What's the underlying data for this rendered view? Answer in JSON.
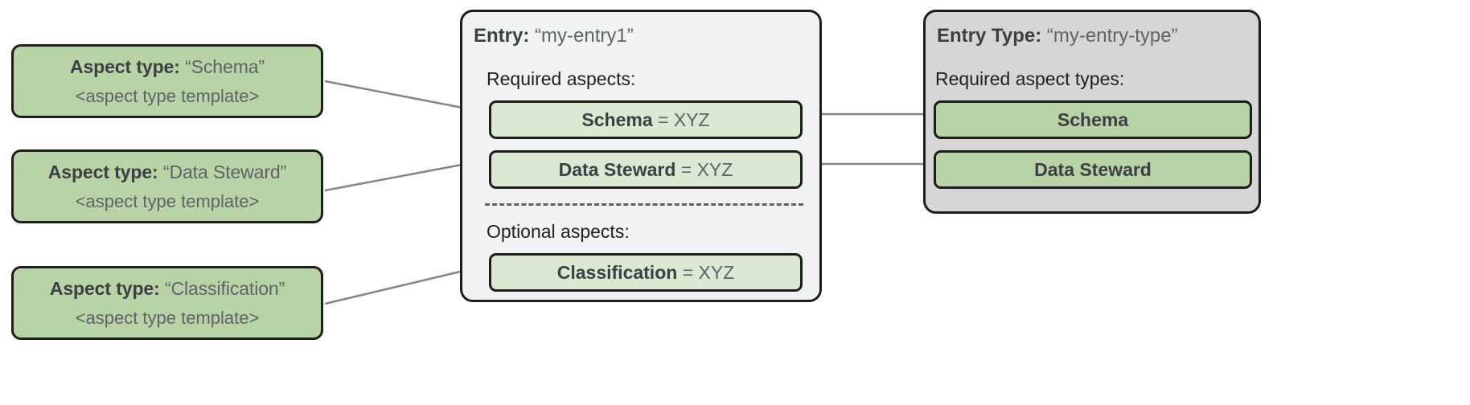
{
  "diagram": {
    "title_text_colors": {
      "bold_label": "#3c4043",
      "quoted_value": "#5f6368",
      "body": "#202124"
    },
    "palette": {
      "aspect_type_card_fill": "#b8d3a5",
      "aspect_chip_fill": "#dbe8d2",
      "entry_card_fill": "#f1f3f2",
      "entry_type_card_fill": "#d6d6d6",
      "border": "#1d1d1d",
      "connector": "#80868b",
      "background": "#ffffff"
    }
  },
  "aspect_type_cards": [
    {
      "label": "Aspect type:",
      "value": "“Schema”",
      "template": "<aspect type template>"
    },
    {
      "label": "Aspect type:",
      "value": "“Data Steward”",
      "template": "<aspect type template>"
    },
    {
      "label": "Aspect type:",
      "value": "“Classification”",
      "template": "<aspect type template>"
    }
  ],
  "entry_card": {
    "header_label": "Entry:",
    "header_value": "“my-entry1”",
    "required_label": "Required aspects:",
    "optional_label": "Optional aspects:",
    "required_aspects": [
      {
        "name": "Schema",
        "assignment": "= XYZ"
      },
      {
        "name": "Data Steward",
        "assignment": "= XYZ"
      }
    ],
    "optional_aspects": [
      {
        "name": "Classification",
        "assignment": "= XYZ"
      }
    ]
  },
  "entry_type_card": {
    "header_label": "Entry Type:",
    "header_value": "“my-entry-type”",
    "required_label": "Required aspect types:",
    "required_aspect_types": [
      {
        "name": "Schema"
      },
      {
        "name": "Data Steward"
      }
    ]
  }
}
